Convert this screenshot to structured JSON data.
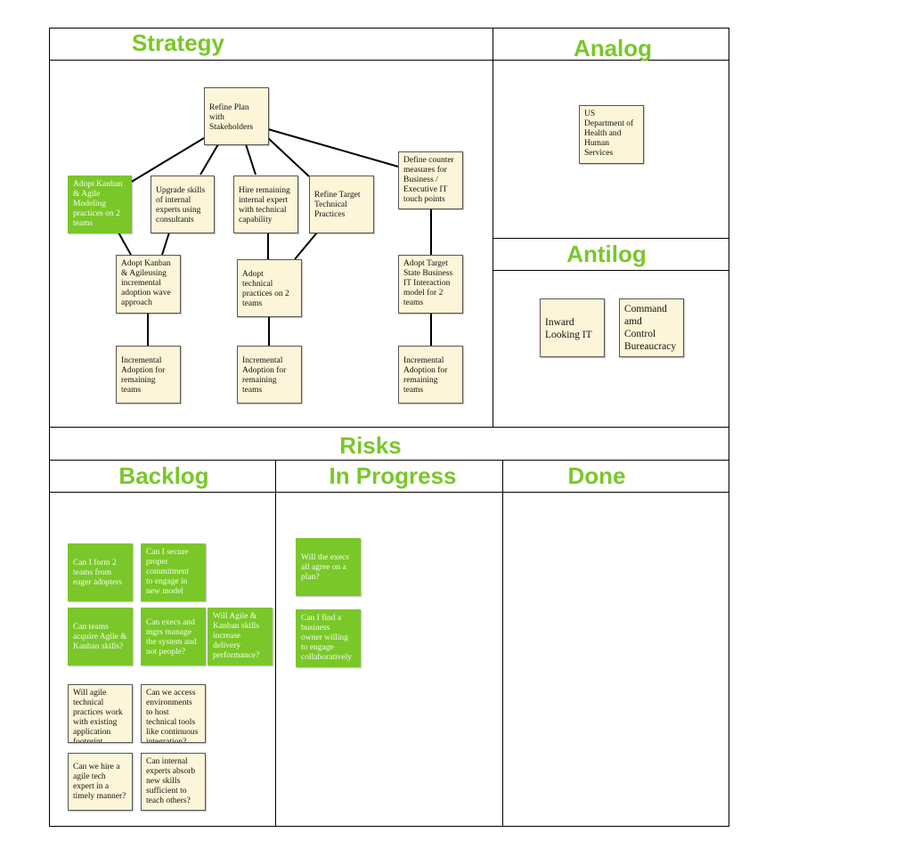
{
  "colors": {
    "header": "#7ac72a",
    "note": "#fdf5d8",
    "note_green": "#7ac72a"
  },
  "headers": {
    "strategy": "Strategy",
    "analog": "Analog",
    "antilog": "Antilog",
    "risks": "Risks",
    "backlog": "Backlog",
    "in_progress": "In Progress",
    "done": "Done"
  },
  "strategy": {
    "refine_plan": "Refine Plan\nwith\nStakeholders",
    "adopt_kanban_modeling": "Adopt Kanban\n& Agile\nModeling\npractices on 2\nteams",
    "upgrade_skills": "Upgrade skills\nof internal\nexperts using\nconsultants",
    "hire_expert": "Hire remaining\ninternal expert\nwith technical\ncapability",
    "refine_target": "Refine Target\nTechnical\nPractices",
    "define_counter": "Define counter\nmeasures for\nBusiness /\nExecutive IT\ntouch points",
    "adopt_kanban_wave": "Adopt Kanban\n& Agileusing\nincremental\nadoption wave\napproach",
    "adopt_technical": "Adopt\ntechnical\npractices on 2\nteams",
    "adopt_target_state": "Adopt Target\nState Business\nIT Interaction\nmodel for 2\nteams",
    "incremental_1": "Incremental\nAdoption for\nremaining\nteams",
    "incremental_2": "Incremental\nAdoption for\nremaining\nteams",
    "incremental_3": "Incremental\nAdoption for\nremaining\nteams"
  },
  "analog": {
    "hhs": "US\nDepartment of\nHealth and\nHuman\nServices"
  },
  "antilog": {
    "inward": "Inward\nLooking IT",
    "command": "Command\namd\nControl\nBureaucracy"
  },
  "backlog": {
    "form_teams": "Can I form 2\nteams from\neager adopters",
    "secure_commitment": "Can I secure\nproper\ncommitment\nto engage in\nnew model",
    "acquire_skills": "Can teams\nacquire Agile &\nKanban skills?",
    "execs_manage": "Can execs and\nmgrs manage\nthe system and\nnot people?",
    "delivery_perf": "Will Agile &\nKanban skills\nincrease\ndelivery\nperformance?",
    "agile_footprint": "Will agile\ntechnical\npractices work\nwith existing\napplication\nfootprint",
    "access_env": "Can we access\nenvironments\nto host\ntechnical tools\nlike continuous\nintegration?",
    "hire_tech": "Can we hire a\nagile tech\nexpert in a\ntimely manner?",
    "absorb_skills": "Can internal\nexperts absorb\nnew skills\nsufficient to\nteach others?"
  },
  "in_progress": {
    "execs_agree": "Will the execs\nall agree on a\nplan?",
    "business_owner": "Can I find a\nbusiness\nowner willing\nto engage\ncollaboratively"
  }
}
